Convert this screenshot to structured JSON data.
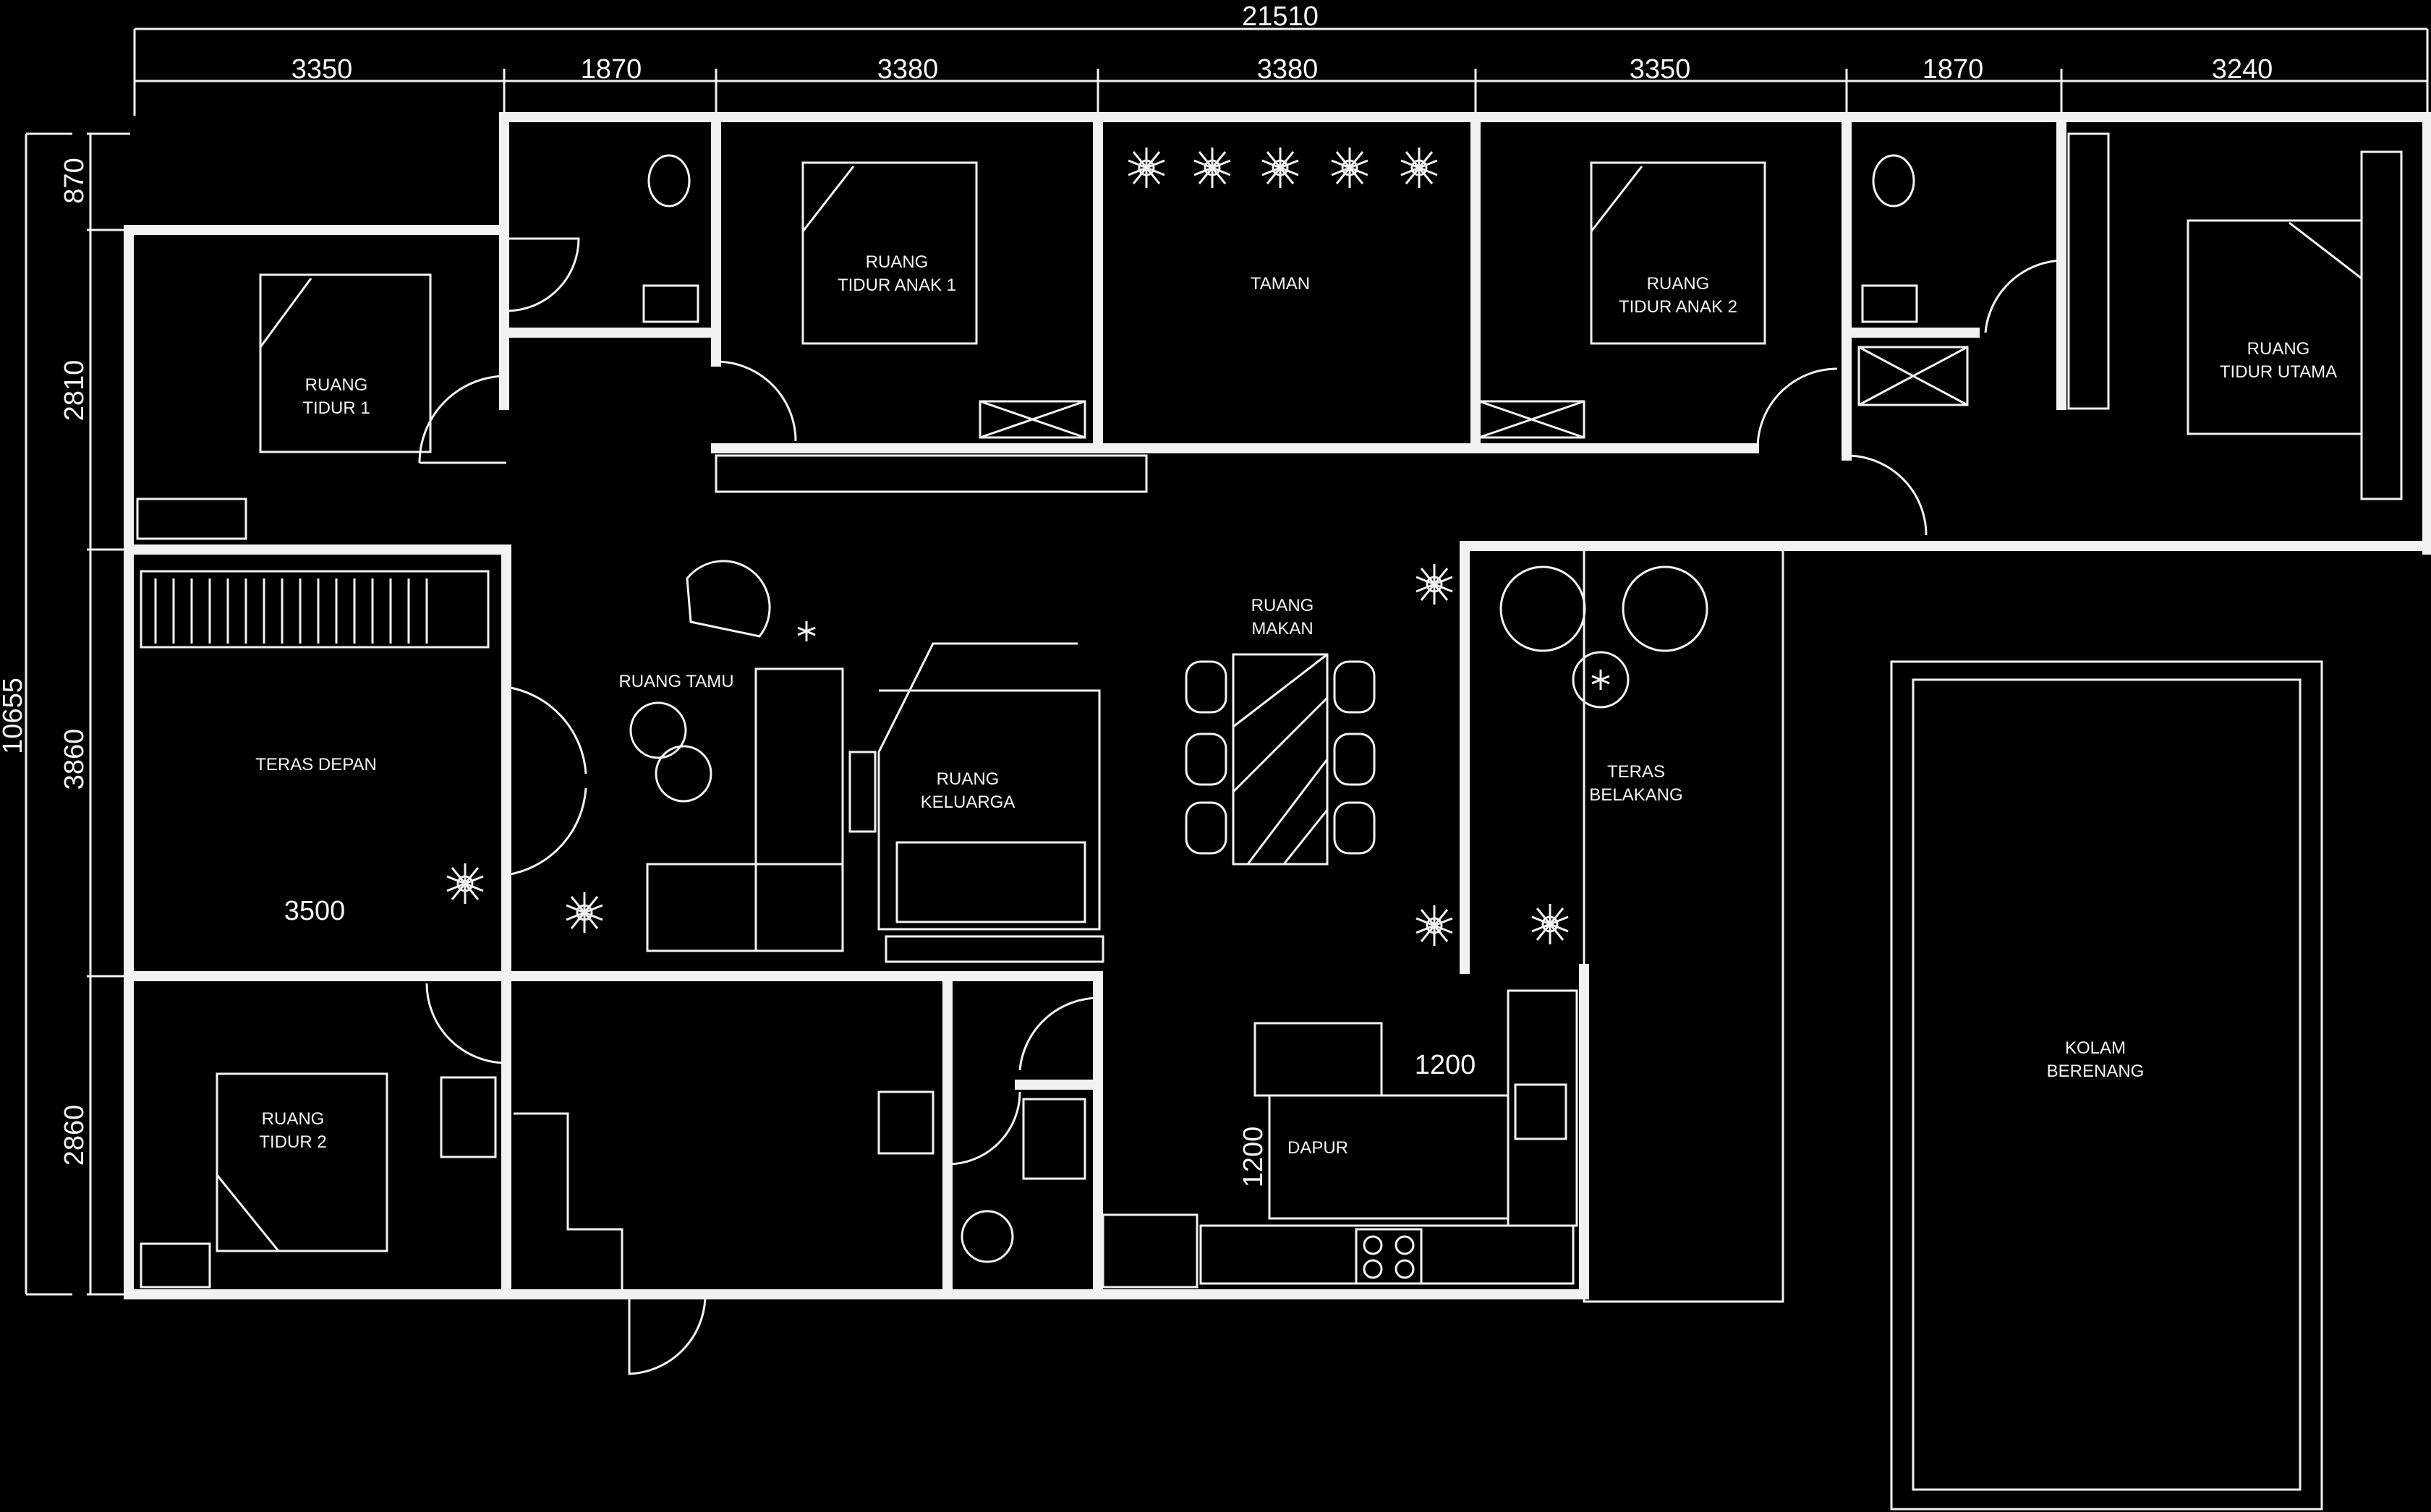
{
  "plan": {
    "colors": {
      "background": "#000000",
      "line": "#f2f2f2"
    },
    "dimensions": {
      "overall_width": "21510",
      "overall_height": "10655",
      "top_segments": [
        "3350",
        "1870",
        "3380",
        "3380",
        "3350",
        "1870",
        "3240"
      ],
      "left_segments": [
        "870",
        "2810",
        "3860",
        "2860"
      ],
      "teras_depan_width": "3500",
      "dapur_width": "1200",
      "dapur_depth": "1200"
    },
    "rooms": {
      "ruang_tidur_1": [
        "RUANG",
        "TIDUR 1"
      ],
      "ruang_tidur_anak_1": [
        "RUANG",
        "TIDUR ANAK 1"
      ],
      "taman": [
        "TAMAN"
      ],
      "ruang_tidur_anak_2": [
        "RUANG",
        "TIDUR ANAK 2"
      ],
      "ruang_tidur_utama": [
        "RUANG",
        "TIDUR UTAMA"
      ],
      "ruang_tamu": [
        "RUANG TAMU"
      ],
      "teras_depan": [
        "TERAS DEPAN"
      ],
      "ruang_keluarga": [
        "RUANG",
        "KELUARGA"
      ],
      "ruang_makan": [
        "RUANG",
        "MAKAN"
      ],
      "teras_belakang": [
        "TERAS",
        "BELAKANG"
      ],
      "kolam_berenang": [
        "KOLAM",
        "BERENANG"
      ],
      "ruang_tidur_2": [
        "RUANG",
        "TIDUR 2"
      ],
      "dapur": [
        "DAPUR"
      ]
    }
  }
}
